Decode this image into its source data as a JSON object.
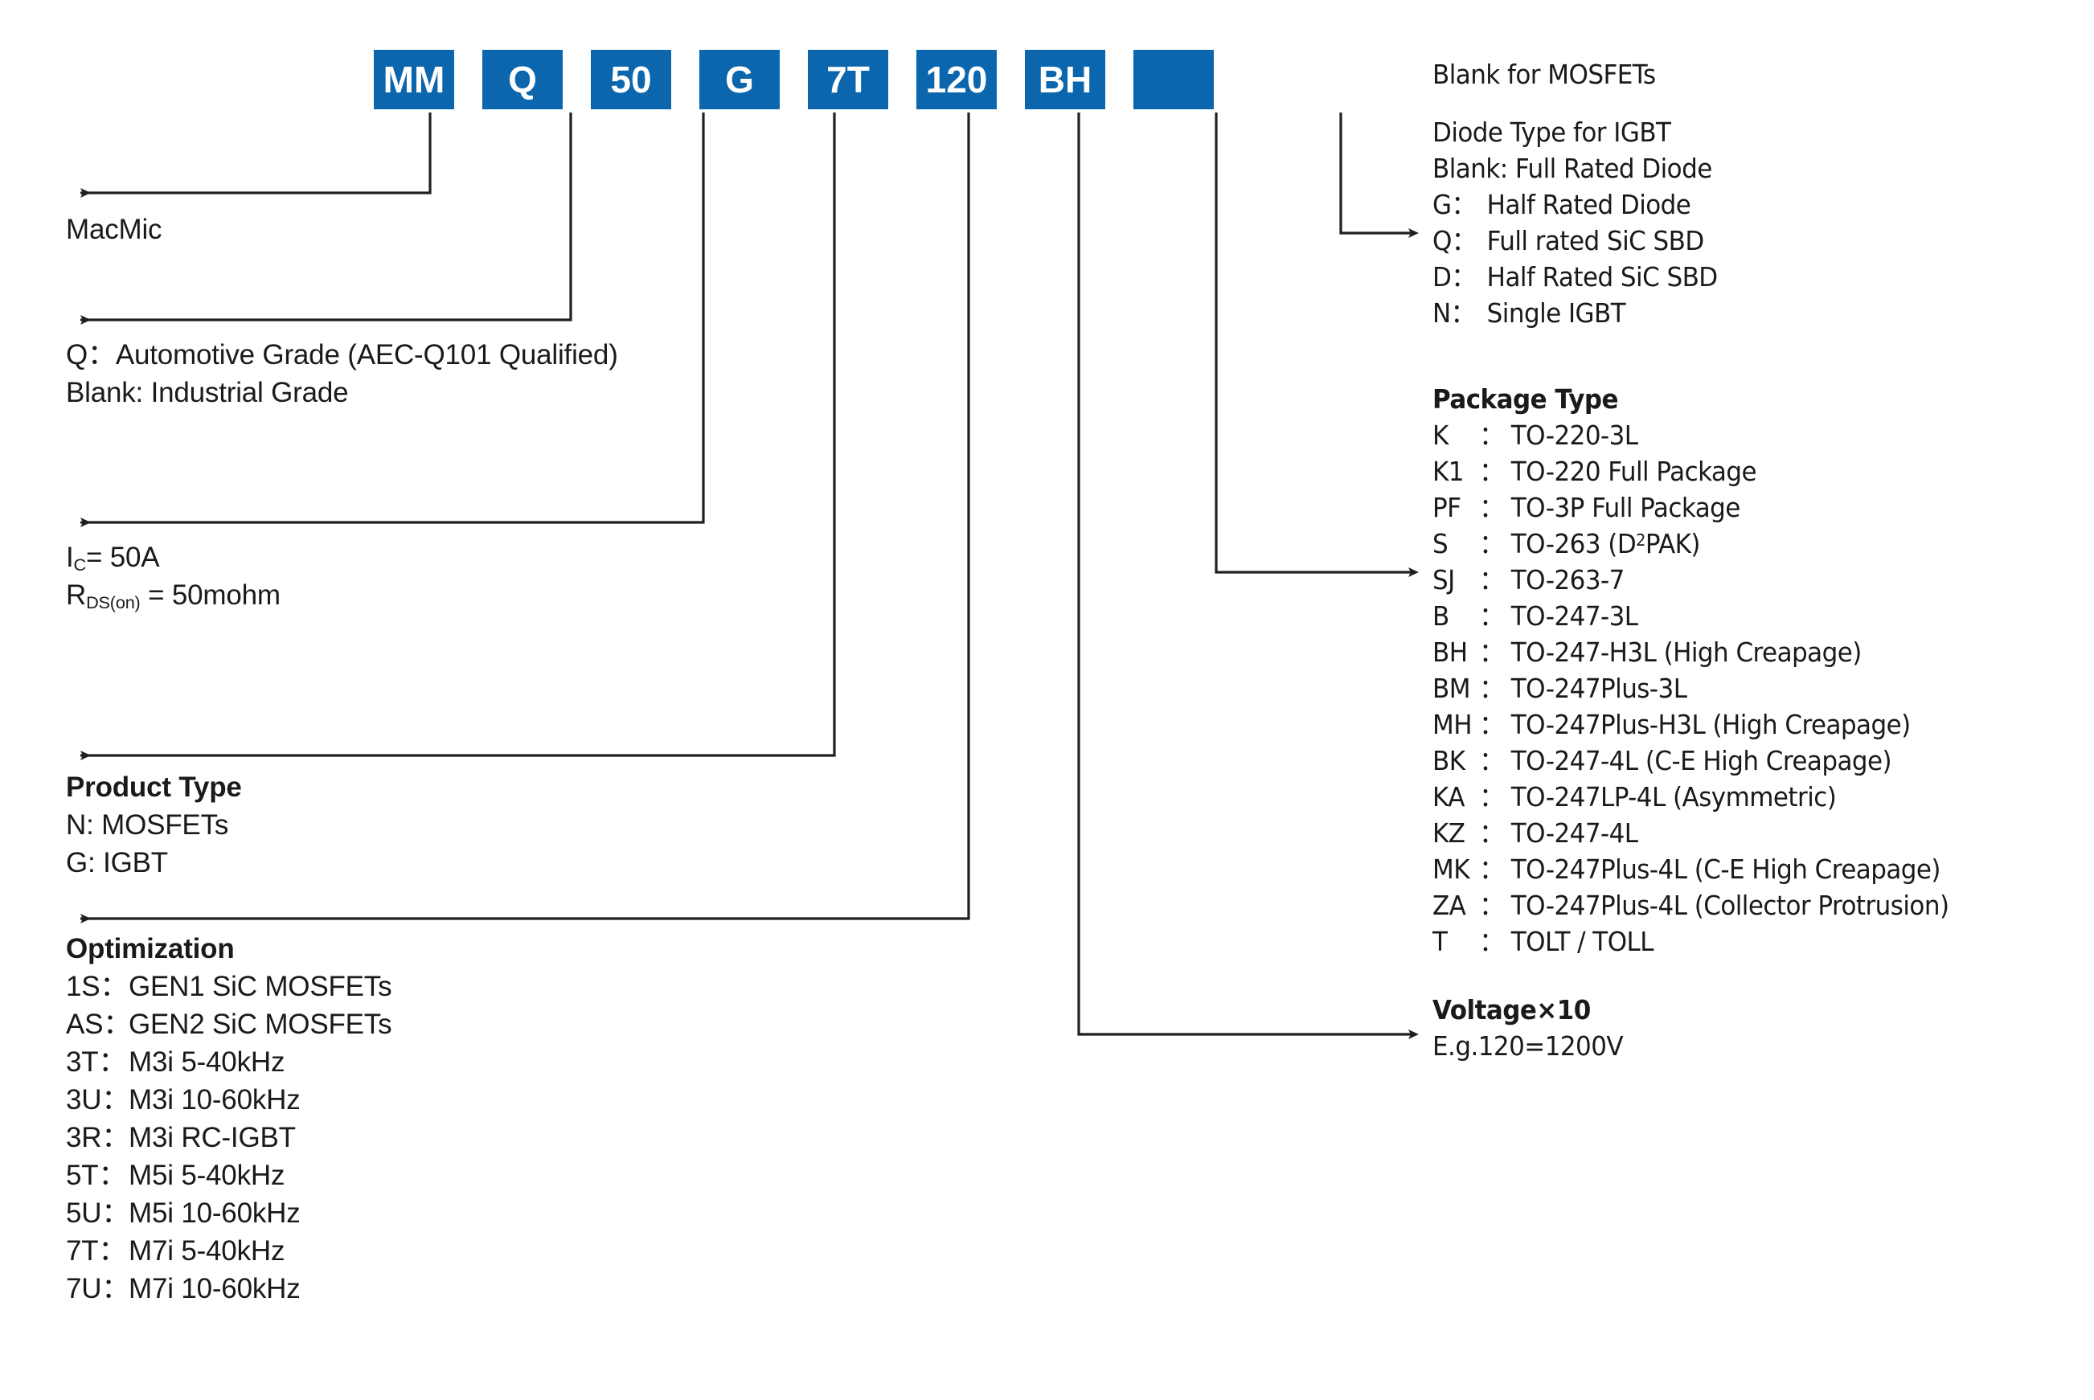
{
  "diagram": {
    "title": "MacMic part number decoder",
    "accent_color": "#0b66ad",
    "line_color": "#231f20",
    "boxes": [
      {
        "name": "prefix",
        "label": "MM"
      },
      {
        "name": "grade",
        "label": "Q"
      },
      {
        "name": "current",
        "label": "50"
      },
      {
        "name": "product-type",
        "label": "G"
      },
      {
        "name": "optimization",
        "label": "7T"
      },
      {
        "name": "voltage",
        "label": "120"
      },
      {
        "name": "package",
        "label": "BH"
      },
      {
        "name": "diode-type",
        "label": ""
      }
    ]
  },
  "left": {
    "prefix": {
      "lines": [
        "MacMic"
      ]
    },
    "grade": {
      "lines": [
        "Q：Automotive Grade (AEC-Q101 Qualified)",
        "Blank: Industrial Grade"
      ]
    },
    "rating": {
      "line1_pre": "I",
      "line1_sub": "C",
      "line1_post": "= 50A",
      "line2_pre": "R",
      "line2_sub": "DS(on)",
      "line2_post": " = 50mohm"
    },
    "product_type": {
      "heading": "Product Type",
      "items": [
        "N: MOSFETs",
        "G: IGBT"
      ]
    },
    "optimization": {
      "heading": "Optimization",
      "items": [
        {
          "code": "1S：",
          "desc": "GEN1 SiC MOSFETs"
        },
        {
          "code": "AS：",
          "desc": "GEN2 SiC MOSFETs"
        },
        {
          "code": "3T：",
          "desc": "M3i 5-40kHz"
        },
        {
          "code": "3U：",
          "desc": "M3i 10-60kHz"
        },
        {
          "code": "3R：",
          "desc": "M3i RC-IGBT"
        },
        {
          "code": "5T：",
          "desc": "M5i 5-40kHz"
        },
        {
          "code": "5U：",
          "desc": "M5i 10-60kHz"
        },
        {
          "code": "7T：",
          "desc": "M7i 5-40kHz"
        },
        {
          "code": "7U：",
          "desc": "M7i 10-60kHz"
        }
      ]
    }
  },
  "right": {
    "blank_note": "Blank for MOSFETs",
    "diode_type": {
      "heading": "Diode Type for IGBT",
      "blank_line": "Blank: Full Rated Diode",
      "items": [
        {
          "code": "G：",
          "desc": "Half Rated Diode"
        },
        {
          "code": "Q：",
          "desc": "Full rated SiC SBD"
        },
        {
          "code": "D：",
          "desc": "Half Rated SiC SBD"
        },
        {
          "code": "N：",
          "desc": "Single IGBT"
        }
      ]
    },
    "package_type": {
      "heading": "Package Type",
      "items": [
        {
          "code": "K",
          "desc": "TO-220-3L"
        },
        {
          "code": "K1",
          "desc": "TO-220 Full Package"
        },
        {
          "code": "PF",
          "desc": "TO-3P Full Package"
        },
        {
          "code": "S",
          "desc_pre": "TO-263 (D",
          "desc_sup": "2",
          "desc_post": "PAK)"
        },
        {
          "code": "SJ",
          "desc": "TO-263-7"
        },
        {
          "code": "B",
          "desc": "TO-247-3L"
        },
        {
          "code": "BH",
          "desc": "TO-247-H3L (High Creapage)"
        },
        {
          "code": "BM",
          "desc": "TO-247Plus-3L"
        },
        {
          "code": "MH",
          "desc": "TO-247Plus-H3L (High Creapage)"
        },
        {
          "code": "BK",
          "desc": "TO-247-4L (C-E High Creapage)"
        },
        {
          "code": "KA",
          "desc": "TO-247LP-4L (Asymmetric)"
        },
        {
          "code": "KZ",
          "desc": "TO-247-4L"
        },
        {
          "code": "MK",
          "desc": "TO-247Plus-4L (C-E High Creapage)"
        },
        {
          "code": "ZA",
          "desc": "TO-247Plus-4L (Collector Protrusion)"
        },
        {
          "code": "T",
          "desc": "TOLT / TOLL"
        }
      ]
    },
    "voltage": {
      "heading": "Voltage×10",
      "example": "E.g.120=1200V"
    }
  }
}
